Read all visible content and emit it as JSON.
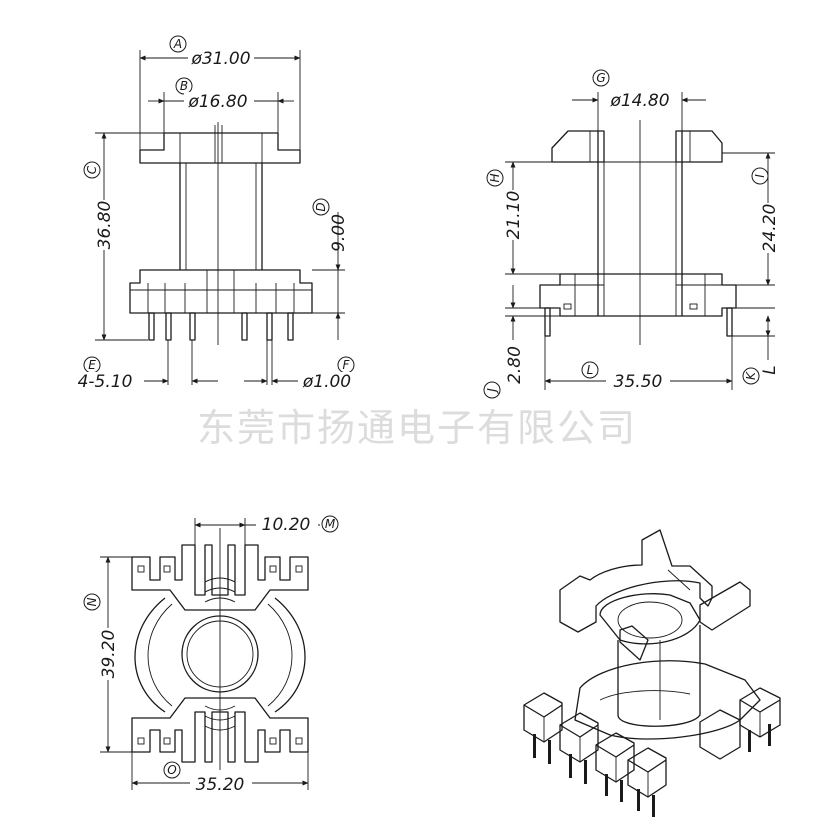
{
  "watermark": "东莞市扬通电子有限公司",
  "front_view": {
    "A": {
      "tag": "A",
      "value": "ø31.00"
    },
    "B": {
      "tag": "B",
      "value": "ø16.80"
    },
    "C": {
      "tag": "C",
      "value": "36.80"
    },
    "D": {
      "tag": "D",
      "value": "9.00"
    },
    "E": {
      "tag": "E",
      "value": "4-5.10"
    },
    "F": {
      "tag": "F",
      "value": "ø1.00"
    }
  },
  "side_view": {
    "G": {
      "tag": "G",
      "value": "ø14.80"
    },
    "H": {
      "tag": "H",
      "value": "21.10"
    },
    "I": {
      "tag": "I",
      "value": "24.20"
    },
    "J": {
      "tag": "J",
      "value": "2.80"
    },
    "K": {
      "tag": "K",
      "value": ""
    },
    "L": {
      "tag": "L",
      "value": "35.50"
    },
    "L2": {
      "tag": "",
      "value": "L"
    }
  },
  "top_view": {
    "M": {
      "tag": "M",
      "value": "10.20"
    },
    "N": {
      "tag": "N",
      "value": "39.20"
    },
    "O": {
      "tag": "O",
      "value": "35.20"
    }
  }
}
